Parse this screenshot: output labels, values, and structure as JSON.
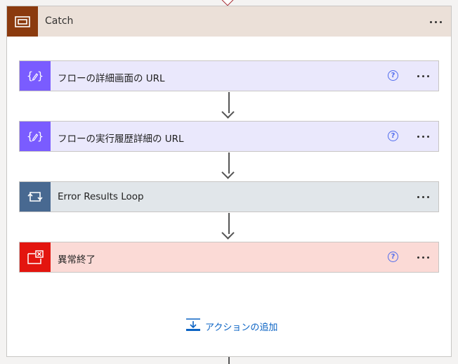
{
  "scope": {
    "title": "Catch",
    "icon": "scope-icon",
    "header_color": "#ebe0d8",
    "icon_color": "#8b3a0e"
  },
  "actions": [
    {
      "title": "フローの詳細画面の URL",
      "icon": "compose-icon",
      "has_help": true,
      "color": "#7a5cff"
    },
    {
      "title": "フローの実行履歴詳細の URL",
      "icon": "compose-icon",
      "has_help": true,
      "color": "#7a5cff"
    },
    {
      "title": "Error Results Loop",
      "icon": "loop-icon",
      "has_help": false,
      "color": "#486991"
    },
    {
      "title": "異常終了",
      "icon": "terminate-icon",
      "has_help": true,
      "color": "#e3150f"
    }
  ],
  "help_glyph": "?",
  "add_action": {
    "label": "アクションの追加",
    "icon": "add-action-icon"
  }
}
